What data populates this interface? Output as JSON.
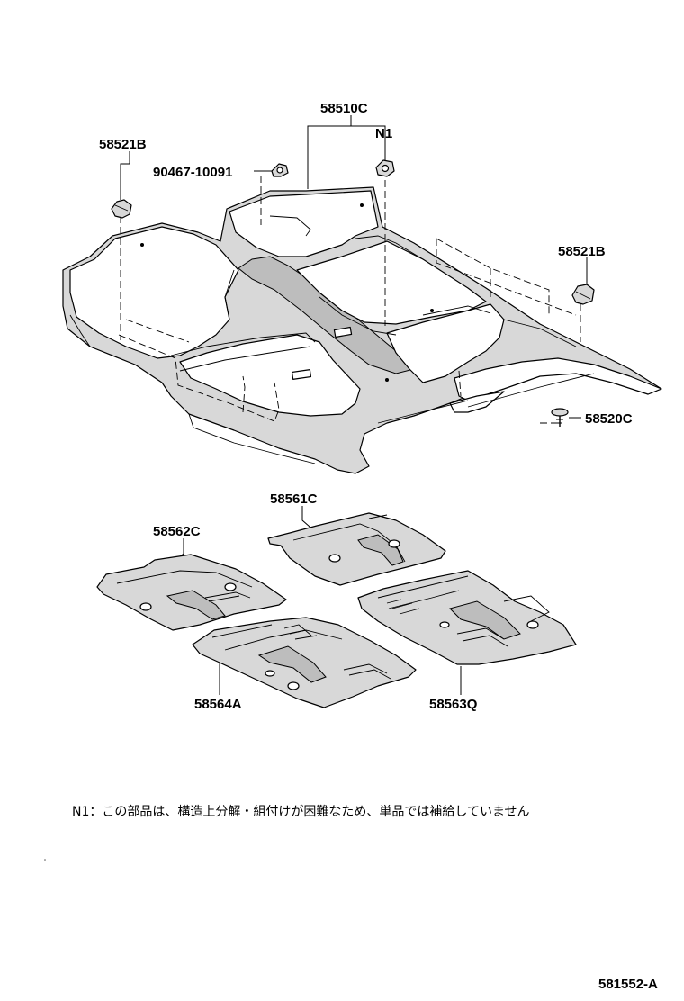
{
  "labels": {
    "p58510c": "58510C",
    "n1": "N1",
    "p58521b_left": "58521B",
    "p90467": "90467-10091",
    "p58521b_right": "58521B",
    "p58520c": "58520C",
    "p58561c": "58561C",
    "p58562c": "58562C",
    "p58564a": "58564A",
    "p58563q": "58563Q"
  },
  "note": "N1：この部品は、構造上分解・組付けが困難なため、単品では補給していません",
  "diagram_id": "581552-A"
}
